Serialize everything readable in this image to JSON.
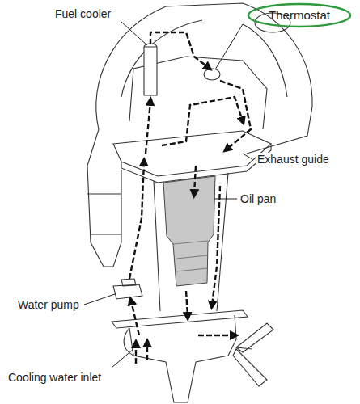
{
  "diagram": {
    "nodes": [
      {
        "text": [
          "Thermostat"
        ]
      }
    ],
    "labels": [
      "Fuel cooler",
      "Exhaust guide",
      "Oil pan",
      "Water pump",
      "Cooling water inlet"
    ]
  }
}
